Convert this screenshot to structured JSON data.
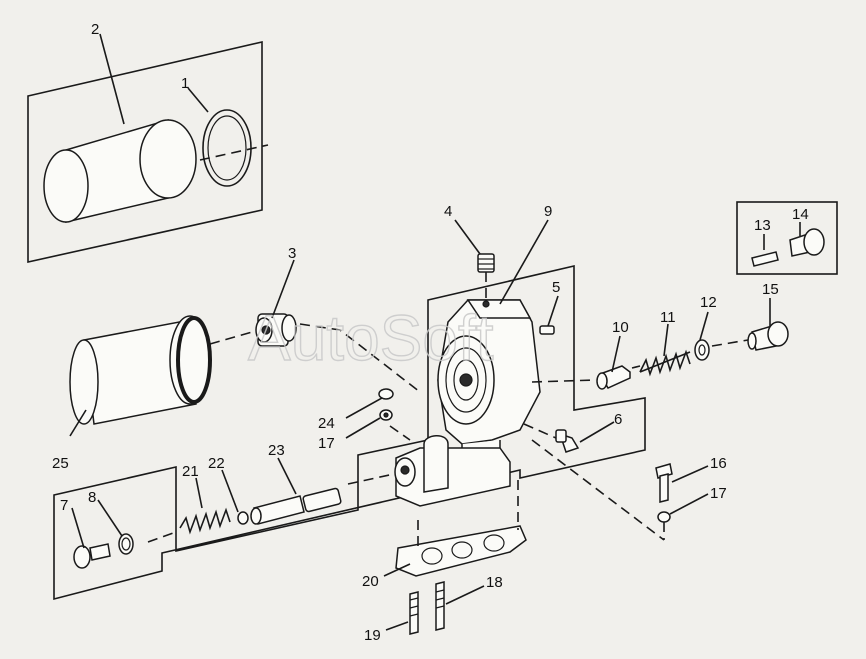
{
  "watermark": "AutoSoft",
  "callouts": {
    "c1": "1",
    "c2": "2",
    "c3": "3",
    "c4": "4",
    "c5": "5",
    "c6": "6",
    "c7": "7",
    "c8": "8",
    "c9": "9",
    "c10": "10",
    "c11": "11",
    "c12": "12",
    "c13": "13",
    "c14": "14",
    "c15": "15",
    "c16": "16",
    "c17a": "17",
    "c17b": "17",
    "c18": "18",
    "c19": "19",
    "c20": "20",
    "c21": "21",
    "c22": "22",
    "c23": "23",
    "c24": "24",
    "c25": "25"
  }
}
